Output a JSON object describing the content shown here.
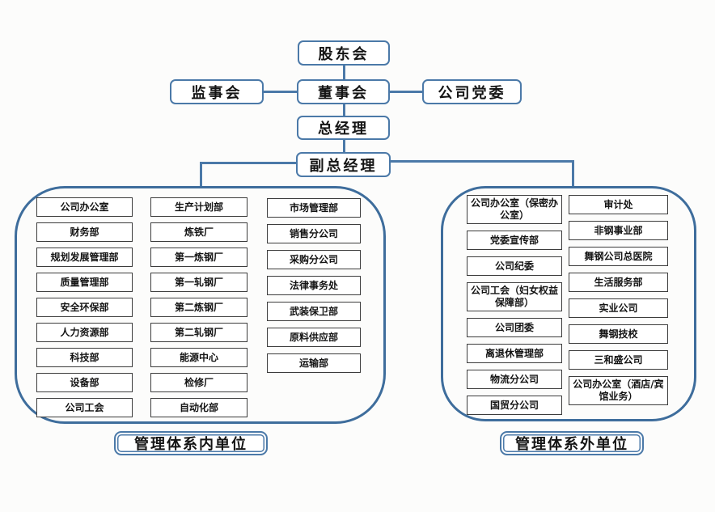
{
  "colors": {
    "line": "#4b79a8",
    "container_border": "#3e6d9c",
    "unit_box_border": "#3c3c3c",
    "text": "#141414",
    "background": "#fcfcfb"
  },
  "hierarchy": {
    "shareholders": "股东会",
    "supervisory_board": "监事会",
    "board_of_directors": "董事会",
    "party_committee": "公司党委",
    "general_manager": "总经理",
    "deputy_general_manager": "副总经理"
  },
  "internal": {
    "label": "管理体系内单位",
    "columns": [
      [
        "公司办公室",
        "财务部",
        "规划发展管理部",
        "质量管理部",
        "安全环保部",
        "人力资源部",
        "科技部",
        "设备部",
        "公司工会"
      ],
      [
        "生产计划部",
        "炼铁厂",
        "第一炼钢厂",
        "第一轧钢厂",
        "第二炼钢厂",
        "第二轧钢厂",
        "能源中心",
        "检修厂",
        "自动化部"
      ],
      [
        "市场管理部",
        "销售分公司",
        "采购分公司",
        "法律事务处",
        "武装保卫部",
        "原料供应部",
        "运输部"
      ]
    ]
  },
  "external": {
    "label": "管理体系外单位",
    "columns": [
      [
        "公司办公室（保密办公室）",
        "党委宣传部",
        "公司纪委",
        "公司工会（妇女权益保障部）",
        "公司团委",
        "离退休管理部",
        "物流分公司",
        "国贸分公司"
      ],
      [
        "审计处",
        "非钢事业部",
        "舞钢公司总医院",
        "生活服务部",
        "实业公司",
        "舞钢技校",
        "三和盛公司",
        "公司办公室（酒店/宾馆业务）"
      ]
    ]
  }
}
